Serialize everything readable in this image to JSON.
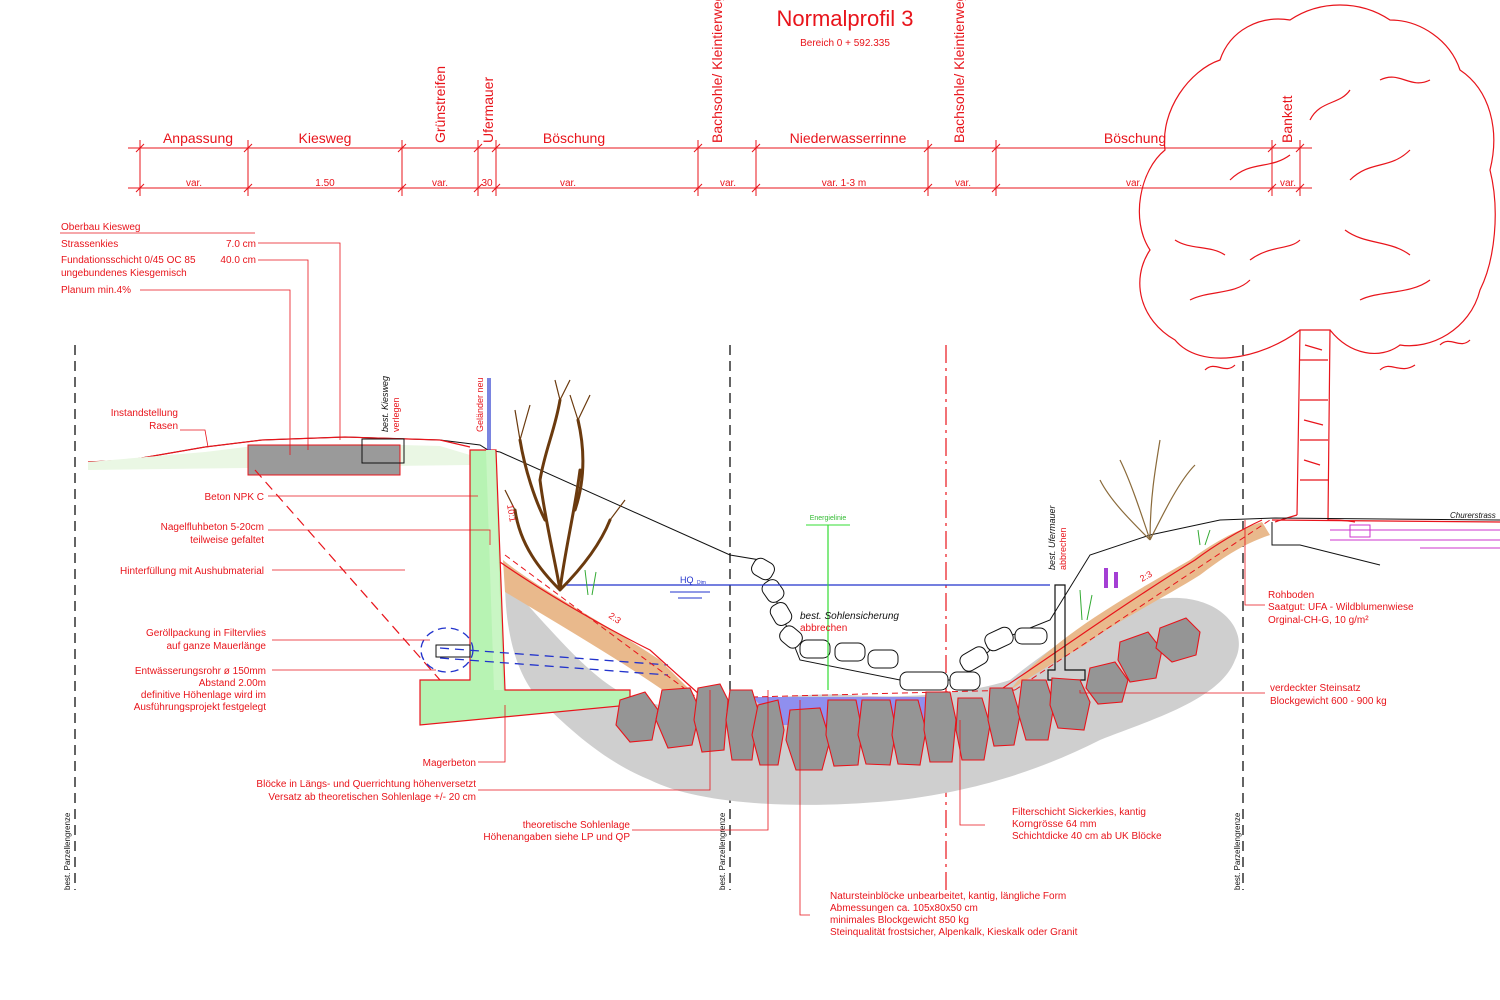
{
  "title": "Normalprofil 3",
  "subtitle": "Bereich 0 + 592.335",
  "dimensions": [
    {
      "label": "Anpassung",
      "width": "var."
    },
    {
      "label": "Kiesweg",
      "width": "1.50"
    },
    {
      "label": "Grünstreifen",
      "width": "var."
    },
    {
      "label": "Ufermauer",
      "width": "30"
    },
    {
      "label": "Böschung",
      "width": "var."
    },
    {
      "label": "Bachsohle/ Kleintierweg",
      "width": "var."
    },
    {
      "label": "Niederwasserrinne",
      "width": "var. 1-3 m"
    },
    {
      "label": "Bachsohle/ Kleintierweg",
      "width": "var."
    },
    {
      "label": "Böschung",
      "width": "var."
    },
    {
      "label": "Bankett",
      "width": "var."
    }
  ],
  "oberbau": {
    "heading": "Oberbau Kiesweg",
    "l1": "Strassenkies",
    "l1v": "7.0 cm",
    "l2": "Fundationsschicht 0/45 OC 85",
    "l2v": "40.0 cm",
    "l3": "ungebundenes Kiesgemisch",
    "l4": "Planum min.4%"
  },
  "labels": {
    "instand1": "Instandstellung",
    "instand2": "Rasen",
    "beton": "Beton NPK C",
    "nagel1": "Nagelfluhbeton 5-20cm",
    "nagel2": "teilweise gefaltet",
    "hinter": "Hinterfüllung mit Aushubmaterial",
    "geroell1": "Geröllpackung in Filtervlies",
    "geroell2": "auf ganze Mauerlänge",
    "entw1": "Entwässerungsrohr ø 150mm",
    "entw2": "Abstand 2.00m",
    "entw3": "definitive Höhenlage wird im",
    "entw4": "Ausführungsprojekt festgelegt",
    "mager": "Magerbeton",
    "bloecke1": "Blöcke in Längs- und Querrichtung höhenversetzt",
    "bloecke2": "Versatz ab theoretischen Sohlenlage +/- 20 cm",
    "theo1": "theoretische Sohlenlage",
    "theo2": "Höhenangaben siehe LP und QP",
    "natur1": "Natursteinblöcke unbearbeitet, kantig, längliche Form",
    "natur2": "Abmessungen ca. 105x80x50 cm",
    "natur3": "minimales Blockgewicht 850 kg",
    "natur4": "Steinqualität frostsicher, Alpenkalk, Kieskalk oder Granit",
    "filter1": "Filterschicht Sickerkies, kantig",
    "filter2": "Korngrösse 64 mm",
    "filter3": "Schichtdicke 40 cm ab UK Blöcke",
    "verdeckt1": "verdeckter Steinsatz",
    "verdeckt2": "Blockgewicht 600 - 900 kg",
    "rohboden": "Rohboden",
    "saat1": "Saatgut: UFA - Wildblumenwiese",
    "saat2": "Orginal-CH-G, 10 g/m²",
    "kiesweg1": "best. Kiesweg",
    "kiesweg2": "verlegen",
    "gelaender": "Geländer neu",
    "energie": "Energielinie",
    "hq": "HQ",
    "hqsub": "Dim",
    "sohl1": "best. Sohlensicherung",
    "sohl2": "abbrechen",
    "ufer1": "best. Ufermauer",
    "ufer2": "abbrechen",
    "slope1": "10:1",
    "slope2": "2:3",
    "slope3": "2:3",
    "parzelle": "best. Parzellengrenze",
    "parzelle_mid": "best. Parzellengrenze",
    "parzelle_right": "best. Parzellengrenze",
    "churer": "Churerstrass"
  }
}
